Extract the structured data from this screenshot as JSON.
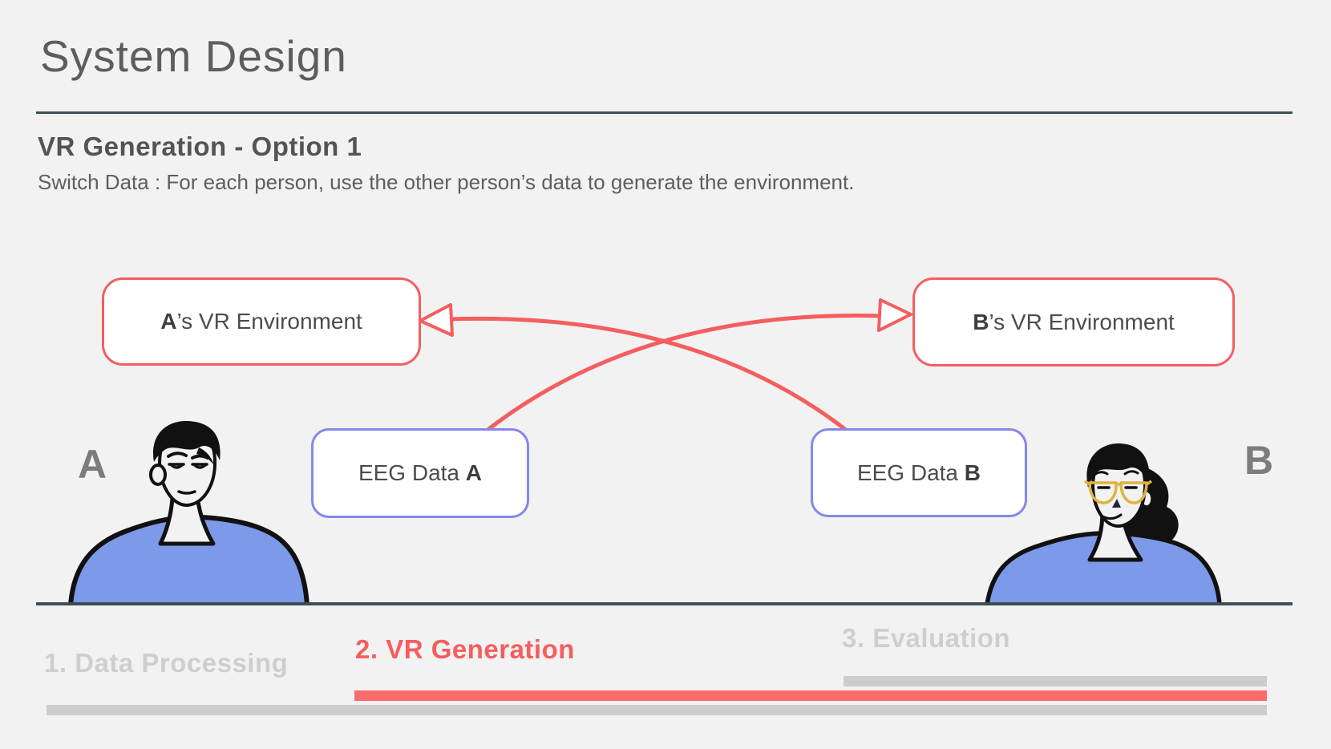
{
  "header": {
    "title": "System Design"
  },
  "section": {
    "heading": "VR Generation - Option 1",
    "subtitle": "Switch Data : For each person, use the other person’s data to generate the environment."
  },
  "diagram": {
    "env_a": {
      "bold": "A",
      "rest": "’s VR Environment"
    },
    "env_b": {
      "bold": "B",
      "rest": "’s VR Environment"
    },
    "eeg_a": {
      "rest": "EEG Data ",
      "bold": "A"
    },
    "eeg_b": {
      "rest": "EEG Data ",
      "bold": "B"
    },
    "person_a_label": "A",
    "person_b_label": "B",
    "arrows": [
      {
        "from": "EEG Data A",
        "to": "B's VR Environment"
      },
      {
        "from": "EEG Data B",
        "to": "A's VR Environment"
      }
    ]
  },
  "progress": {
    "steps": [
      {
        "label": "1. Data Processing",
        "state": "inactive"
      },
      {
        "label": "2. VR Generation",
        "state": "active"
      },
      {
        "label": "3. Evaluation",
        "state": "inactive"
      }
    ]
  },
  "colors": {
    "background": "#f2f2f2",
    "accent_red": "#f45e5f",
    "bar_red": "#fb6b6b",
    "purple": "#8488e9",
    "shirt_blue": "#7d99e9",
    "dark_line": "#3d4f56",
    "inactive_gray": "#cecece",
    "bar_gray": "#cdcdcd",
    "glasses_gold": "#e0b23e"
  }
}
